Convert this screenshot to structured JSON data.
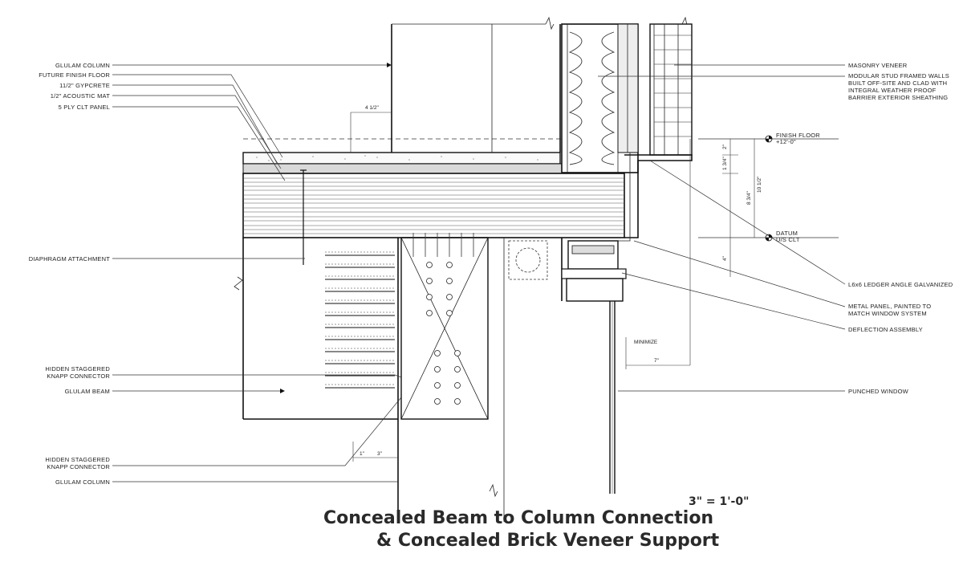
{
  "title_line1": "Concealed Beam to Column Connection",
  "title_line2": "& Concealed Brick Veneer Support",
  "scale": "3\" = 1'-0\"",
  "labels_left": [
    "GLULAM COLUMN",
    "FUTURE FINISH FLOOR",
    "11/2\" GYPCRETE",
    "1/2\" ACOUSTIC MAT",
    "5 PLY CLT PANEL",
    "DIAPHRAGM ATTACHMENT",
    "HIDDEN STAGGERED",
    "KNAPP CONNECTOR",
    "GLULAM BEAM",
    "HIDDEN STAGGERED",
    "KNAPP CONNECTOR",
    "GLULAM COLUMN"
  ],
  "labels_right": [
    "MASONRY VENEER",
    "MODULAR STUD FRAMED WALLS",
    "BUILT OFF-SITE AND CLAD WITH",
    "INTEGRAL WEATHER PROOF",
    "BARRIER EXTERIOR SHEATHING",
    "FINISH FLOOR",
    "+12'-0\"",
    "DATUM",
    "U/S CLT",
    "L6x6 LEDGER ANGLE GALVANIZED",
    "METAL PANEL, PAINTED TO",
    "MATCH WINDOW SYSTEM",
    "DEFLECTION ASSEMBLY",
    "PUNCHED WINDOW"
  ],
  "dimensions": [
    "4 1/2\"",
    "2\"",
    "1 3/4\"",
    "8 3/4\"",
    "10 1/2\"",
    "4\"",
    "MINIMIZE",
    "7\"",
    "1\"",
    "3\""
  ]
}
